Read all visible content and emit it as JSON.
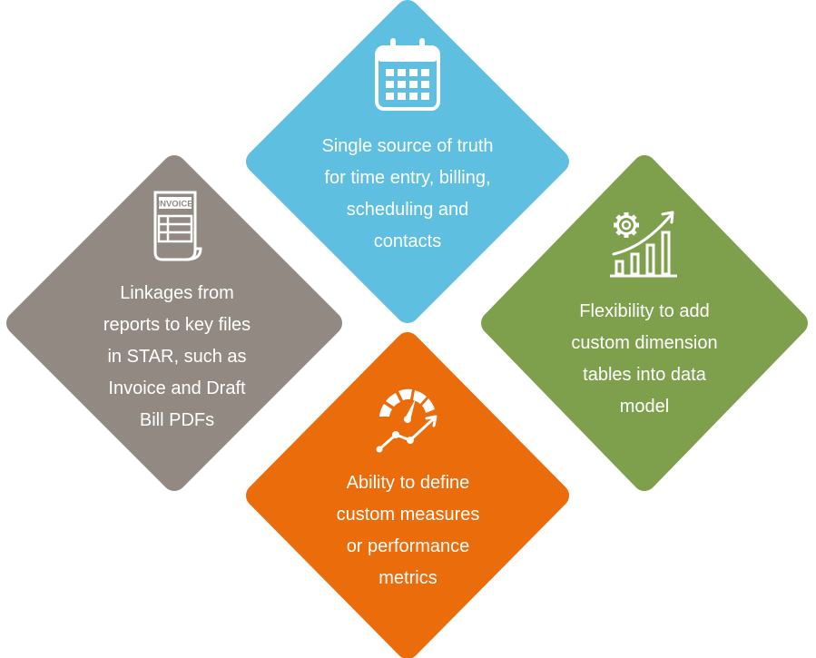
{
  "colors": {
    "top": "#5fbfe0",
    "left": "#928a82",
    "right": "#7ea04d",
    "bottom": "#ea6c0b"
  },
  "panels": {
    "top": {
      "icon": "calendar-icon",
      "lines": [
        "Single source of truth",
        "for time entry, billing,",
        "scheduling and",
        "contacts"
      ]
    },
    "left": {
      "icon": "invoice-icon",
      "icon_text": "INVOICE",
      "lines": [
        "Linkages from",
        "reports to key files",
        "in STAR, such as",
        "Invoice and Draft",
        "Bill PDFs"
      ]
    },
    "right": {
      "icon": "growth-chart-gear-icon",
      "lines": [
        "Flexibility to add",
        "custom dimension",
        "tables into data",
        "model"
      ]
    },
    "bottom": {
      "icon": "gauge-performance-icon",
      "lines": [
        "Ability to define",
        "custom measures",
        "or performance",
        "metrics"
      ]
    }
  }
}
